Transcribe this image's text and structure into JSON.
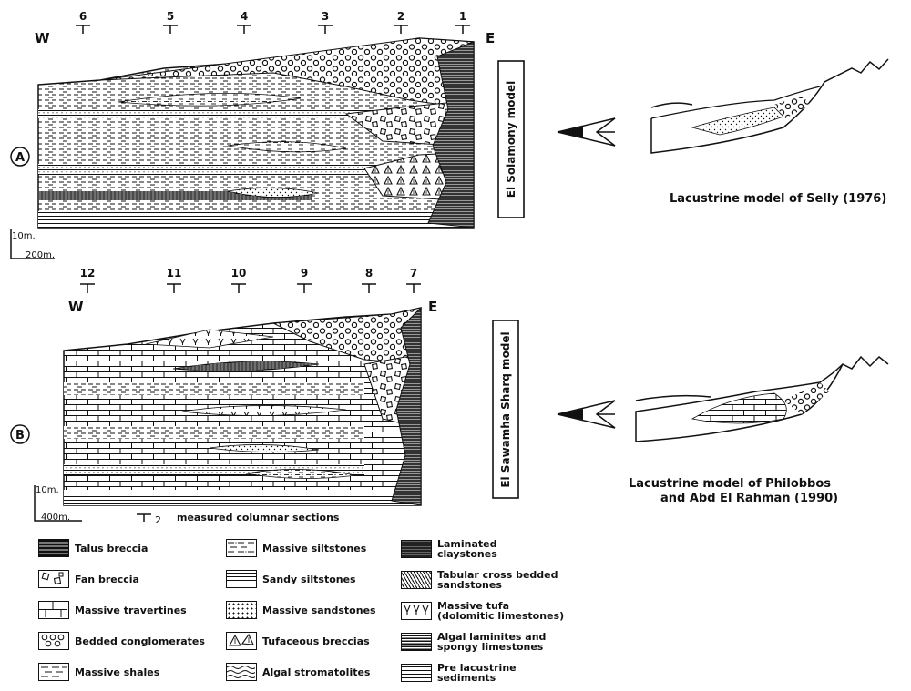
{
  "diagram_a": {
    "letter": "A",
    "west": "W",
    "east": "E",
    "sections": [
      "6",
      "5",
      "4",
      "3",
      "2",
      "1"
    ],
    "model_label": "El Solamony model",
    "scale_vertical": "10m.",
    "scale_horizontal": "200m."
  },
  "diagram_b": {
    "letter": "B",
    "west": "W",
    "east": "E",
    "sections": [
      "12",
      "11",
      "10",
      "9",
      "8",
      "7"
    ],
    "model_label": "El Sawamha Sharq model",
    "scale_vertical": "10m.",
    "scale_horizontal": "400m.",
    "section_symbol": "2",
    "section_caption": "measured columnar sections"
  },
  "models": {
    "selly": "Lacustrine model of Selly (1976)",
    "philobbos_line1": "Lacustrine model of Philobbos",
    "philobbos_line2": "and Abd El Rahman (1990)"
  },
  "legend": [
    {
      "key": "talus",
      "label": "Talus breccia"
    },
    {
      "key": "fan",
      "label": "Fan breccia"
    },
    {
      "key": "travertine",
      "label": "Massive travertines"
    },
    {
      "key": "conglomerate",
      "label": "Bedded conglomerates"
    },
    {
      "key": "shale",
      "label": "Massive shales"
    },
    {
      "key": "siltstone",
      "label": "Massive siltstones"
    },
    {
      "key": "sandysilt",
      "label": "Sandy siltstones"
    },
    {
      "key": "sandstone",
      "label": "Massive sandstones"
    },
    {
      "key": "tufabreccia",
      "label": "Tufaceous breccias"
    },
    {
      "key": "stromatolite",
      "label": "Algal stromatolites"
    },
    {
      "key": "claystone",
      "label": "Laminated\nclaystones"
    },
    {
      "key": "crossbed",
      "label": "Tabular cross bedded\nsandstones"
    },
    {
      "key": "tufa",
      "label": "Massive tufa\n(dolomitic limestones)"
    },
    {
      "key": "algal",
      "label": "Algal laminites and\nspongy limestones"
    },
    {
      "key": "prelac",
      "label": "Pre lacustrine\nsediments"
    }
  ]
}
